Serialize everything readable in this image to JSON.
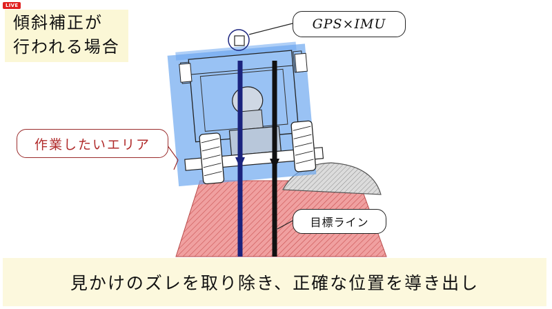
{
  "live_badge": "LIVE",
  "title": {
    "line1": "傾斜補正が",
    "line2": "行われる場合"
  },
  "callouts": {
    "gps": "GPS×IMU",
    "work_area": "作業したいエリア",
    "target_line": "目標ライン"
  },
  "caption": "見かけのズレを取り除き、正確な位置を導き出し",
  "colors": {
    "work_area": "#e88a8a",
    "correction_overlay": "#6ea8f0",
    "corrected_line": "#1a237e",
    "target_line": "#111111",
    "ground": "#c9c9c9"
  },
  "icons": [
    "tractor-illustration",
    "gps-antenna-icon",
    "arrow-down-icon"
  ]
}
